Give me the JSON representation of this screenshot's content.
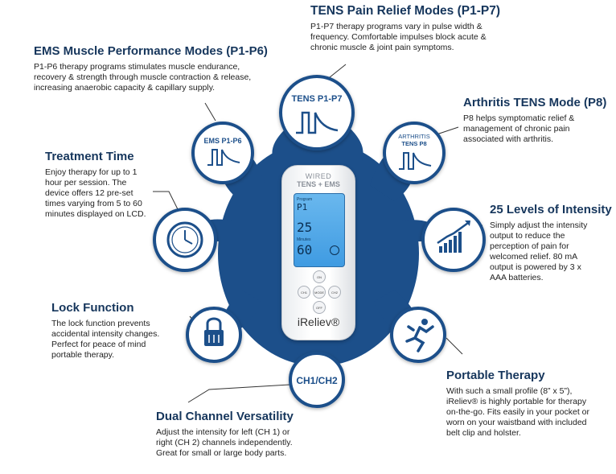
{
  "sections": {
    "tens": {
      "title": "TENS Pain Relief Modes (P1-P7)",
      "lines": [
        "P1-P7 therapy programs vary in pulse width &",
        "frequency. Comfortable impulses block acute &",
        "chronic muscle & joint pain symptoms."
      ]
    },
    "ems": {
      "title": "EMS Muscle Performance Modes (P1-P6)",
      "lines": [
        "P1-P6 therapy programs stimulates muscle endurance,",
        "recovery & strength through muscle contraction & release,",
        "increasing anaerobic capacity & capillary supply."
      ]
    },
    "arthritis": {
      "title": "Arthritis TENS Mode (P8)",
      "lines": [
        "P8 helps symptomatic relief &",
        "management of chronic pain",
        "associated with arthritis."
      ]
    },
    "treatment": {
      "title": "Treatment Time",
      "lines": [
        "Enjoy therapy for up to 1",
        "hour per session. The",
        "device offers 12 pre-set",
        "times varying from 5 to 60",
        "minutes displayed on LCD."
      ]
    },
    "intensity": {
      "title": "25 Levels of Intensity",
      "lines": [
        "Simply adjust the intensity",
        "output to reduce the",
        "perception of pain for",
        "welcomed relief. 80 mA",
        "output is powered by 3 x",
        "AAA batteries."
      ]
    },
    "lock": {
      "title": "Lock Function",
      "lines": [
        "The lock function prevents",
        "accidental intensity changes.",
        "Perfect for peace of mind",
        "portable therapy."
      ]
    },
    "portable": {
      "title": "Portable Therapy",
      "lines": [
        "With such a small profile (8” x 5”),",
        "iReliev® is highly portable for therapy",
        "on-the-go. Fits easily in your pocket or",
        "worn on your waistband with included",
        "belt clip and holster."
      ]
    },
    "dual": {
      "title": "Dual Channel Versatility",
      "lines": [
        "Adjust the intensity for left (CH 1) or",
        "right (CH 2) channels independently.",
        "Great for small or large body parts."
      ]
    }
  },
  "icons": {
    "tens_label": "TENS P1-P7",
    "ems_label": "EMS P1-P6",
    "arthritis_label_1": "ARTHRITIS",
    "arthritis_label_2": "TENS P8",
    "dual_label": "CH1/CH2",
    "clock": "clock-icon",
    "chart": "rising-chart-icon",
    "lock": "lock-icon",
    "runner": "runner-icon"
  },
  "device": {
    "line1": "WIRED",
    "line2": "TENS + EMS",
    "lcd_program": "Program",
    "lcd_program_num": "P1",
    "lcd_intensity": "25",
    "lcd_time_label": "Minutes",
    "lcd_time": "60",
    "btn_on": "ON",
    "btn_off": "OFF",
    "btn_mode": "MODE",
    "btn_ch1": "CH1",
    "btn_ch2": "CH2",
    "brand": "iReliev®"
  },
  "colors": {
    "navy": "#1c4f8a",
    "heading": "#16365c",
    "lcd_blue": "#4aa5e8",
    "circle_bg": "#ffffff"
  }
}
